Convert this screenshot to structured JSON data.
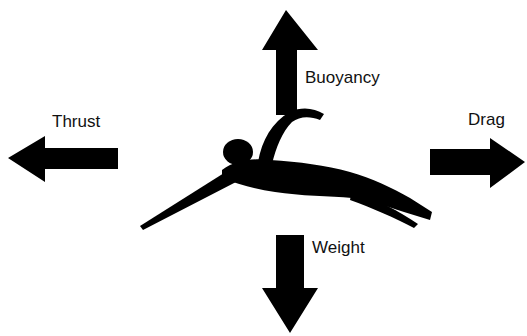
{
  "diagram": {
    "labels": [
      "Buoyancy",
      "Thrust",
      "Drag",
      "Weight"
    ]
  }
}
